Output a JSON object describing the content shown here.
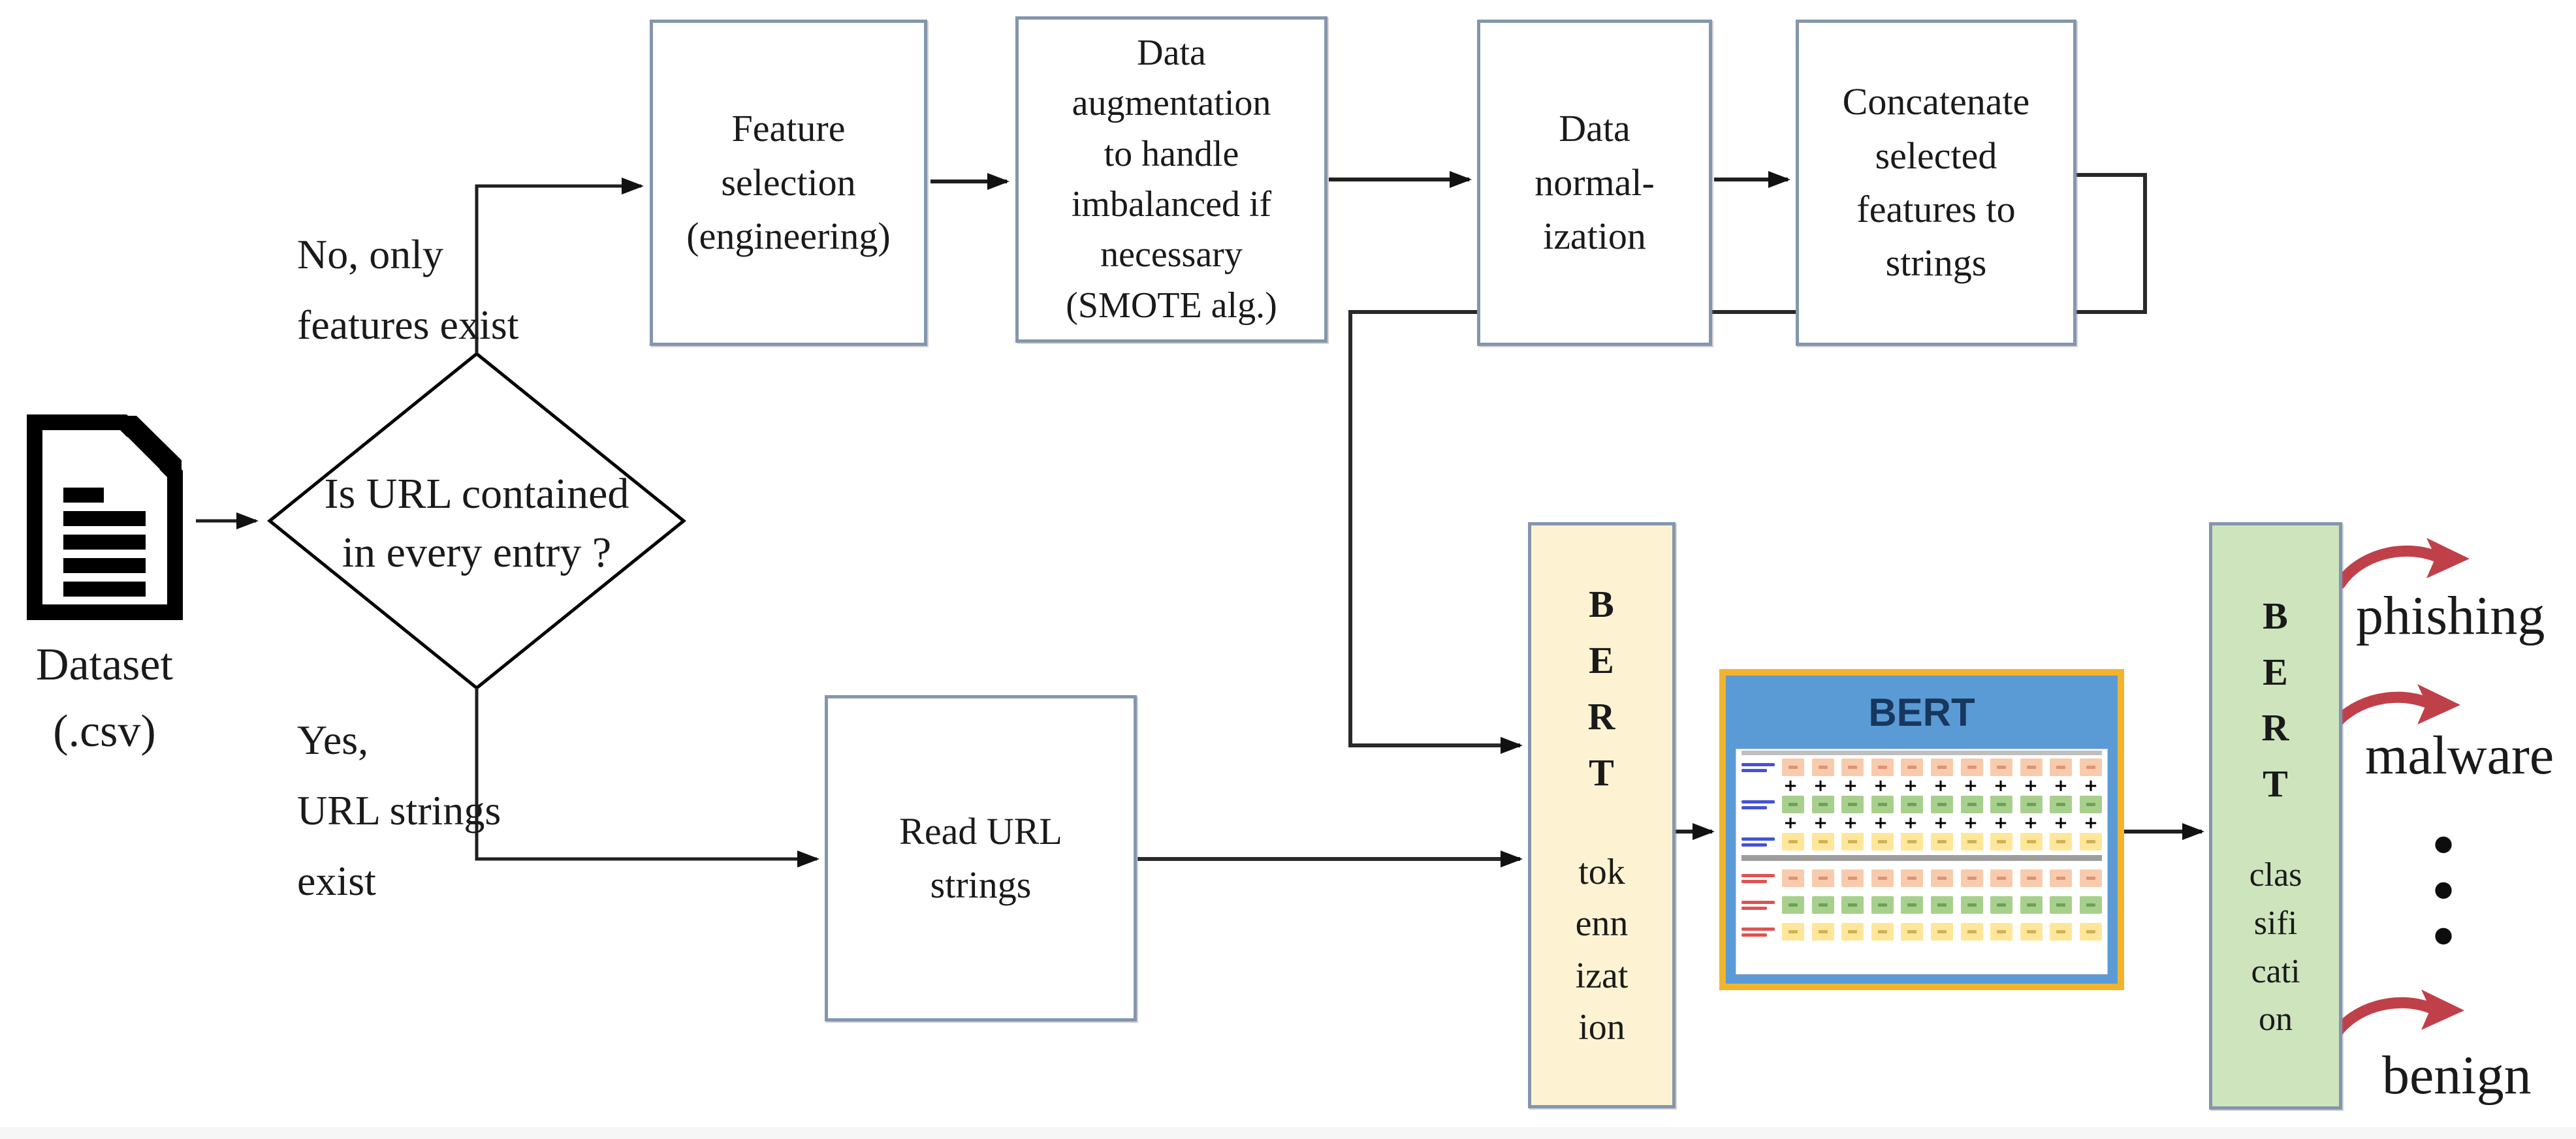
{
  "flow": {
    "dataset": {
      "icon": "csv-document-icon",
      "label": [
        "Dataset",
        "(.csv)"
      ]
    },
    "decision": {
      "lines": [
        "Is URL contained",
        "in every entry ?"
      ]
    },
    "branch_labels": {
      "no": [
        "No, only",
        "features exist"
      ],
      "yes": [
        "Yes,",
        "URL strings",
        "exist"
      ]
    },
    "boxes": {
      "feature_selection": [
        "Feature",
        "selection",
        "(engineering)"
      ],
      "data_augmentation": [
        "Data",
        "augmentation",
        "to handle",
        "imbalanced if",
        "necessary",
        "(SMOTE alg.)"
      ],
      "data_normalization": [
        "Data",
        "normal-",
        "ization"
      ],
      "concatenate": [
        "Concatenate",
        "selected",
        "features to",
        "strings"
      ],
      "read_url": [
        "Read URL",
        "strings"
      ]
    },
    "tokenization": {
      "model": [
        "B",
        "E",
        "R",
        "T"
      ],
      "word": [
        "tok",
        "enn",
        "izat",
        "ion"
      ]
    },
    "classification": {
      "model": [
        "B",
        "E",
        "R",
        "T"
      ],
      "word": [
        "clas",
        "sifi",
        "cati",
        "on"
      ]
    },
    "bert_figure": {
      "title": "BERT",
      "cells_per_row": 11,
      "plus_glyph": "+",
      "cell_rows": [
        "salmon",
        "green",
        "yellow",
        "salmon",
        "green",
        "yellow"
      ]
    },
    "outputs": {
      "first": "phishing",
      "second": "malware",
      "ellipsis_dot": "•",
      "last": "benign"
    },
    "colors": {
      "box_border": "#8496ad",
      "connector": "#1f1f1f",
      "tokenization_fill": "#fdf3d2",
      "classification_fill": "#cde4bd",
      "figure_gold_border": "#f2b42c",
      "figure_blue_header": "#5b9bd5",
      "figure_title_text": "#17375e",
      "cell_salmon": "#f8cbad",
      "cell_green": "#a8d08d",
      "cell_yellow": "#ffe699",
      "output_arrow_red": "#c0404a"
    }
  }
}
